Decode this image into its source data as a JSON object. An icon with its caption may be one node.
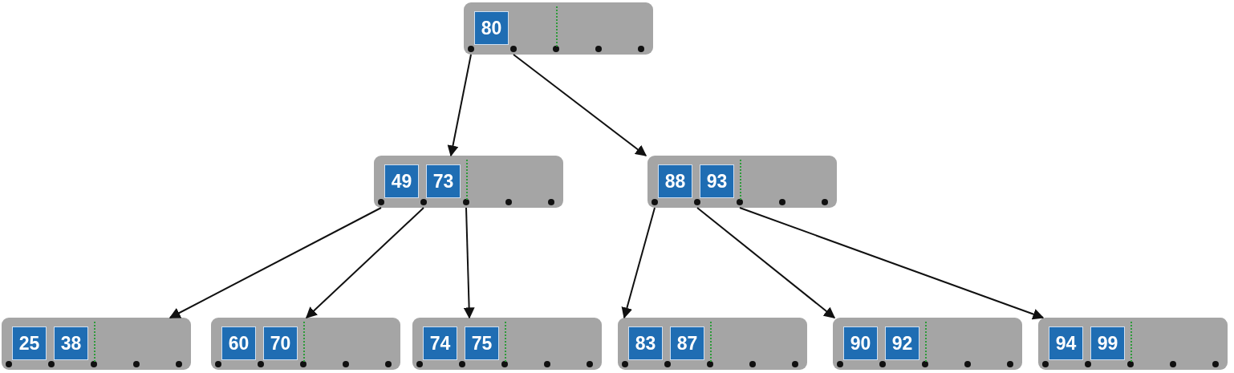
{
  "diagram": {
    "nodes": [
      {
        "text": [],
        "shape": "box"
      },
      {
        "text": [
          "80"
        ],
        "in": 0
      },
      {
        "text": [],
        "shape": "box"
      },
      {
        "text": [
          "49"
        ],
        "in": 2
      },
      {
        "text": [
          "73"
        ],
        "in": 2
      },
      {
        "text": [],
        "shape": "box"
      },
      {
        "text": [
          "88"
        ],
        "in": 5
      },
      {
        "text": [
          "93"
        ],
        "in": 5
      },
      {
        "text": [],
        "shape": "box"
      },
      {
        "text": [
          "25"
        ],
        "in": 8
      },
      {
        "text": [
          "38"
        ],
        "in": 8
      },
      {
        "text": [],
        "shape": "box"
      },
      {
        "text": [
          "60"
        ],
        "in": 11
      },
      {
        "text": [
          "70"
        ],
        "in": 11
      },
      {
        "text": [],
        "shape": "box"
      },
      {
        "text": [
          "74"
        ],
        "in": 14
      },
      {
        "text": [
          "75"
        ],
        "in": 14
      },
      {
        "text": [],
        "shape": "box"
      },
      {
        "text": [
          "83"
        ],
        "in": 17
      },
      {
        "text": [
          "87"
        ],
        "in": 17
      },
      {
        "text": [],
        "shape": "box"
      },
      {
        "text": [
          "90"
        ],
        "in": 20
      },
      {
        "text": [
          "92"
        ],
        "in": 20
      },
      {
        "text": [],
        "shape": "box"
      },
      {
        "text": [
          "94"
        ],
        "in": 23
      },
      {
        "text": [
          "99"
        ],
        "in": 23
      }
    ],
    "edges": [
      {
        "from": 0,
        "to": 2,
        "arrow": "to"
      },
      {
        "from": 0,
        "to": 5,
        "arrow": "to"
      },
      {
        "from": 2,
        "to": 8,
        "arrow": "to"
      },
      {
        "from": 2,
        "to": 11,
        "arrow": "to"
      },
      {
        "from": 2,
        "to": 14,
        "arrow": "to"
      },
      {
        "from": 5,
        "to": 17,
        "arrow": "to"
      },
      {
        "from": 5,
        "to": 20,
        "arrow": "to"
      },
      {
        "from": 5,
        "to": 23,
        "arrow": "to"
      }
    ]
  }
}
